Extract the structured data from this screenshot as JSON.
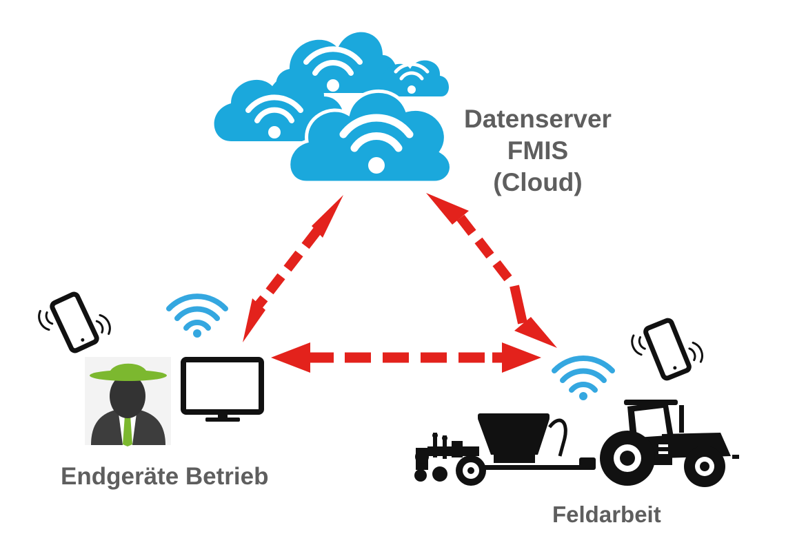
{
  "nodes": {
    "cloud": {
      "lines": [
        "Datenserver",
        "FMIS",
        "(Cloud)"
      ]
    },
    "office": {
      "label": "Endgeräte Betrieb"
    },
    "field": {
      "label": "Feldarbeit"
    }
  },
  "colors": {
    "cloud": "#1ba8dc",
    "wifi_white": "#ffffff",
    "wifi_blue": "#34a7e0",
    "arrow": "#e3221c",
    "text": "#5e5e5e",
    "device": "#111111",
    "farmer_hat": "#7cb82f",
    "farmer_tie": "#7cb82f",
    "farmer_suit": "#3d3d3d"
  },
  "icons": [
    "cloud-icon",
    "wifi-icon",
    "smartphone-icon",
    "monitor-icon",
    "farmer-icon",
    "tractor-icon",
    "seeder-icon",
    "double-arrow-icon"
  ]
}
